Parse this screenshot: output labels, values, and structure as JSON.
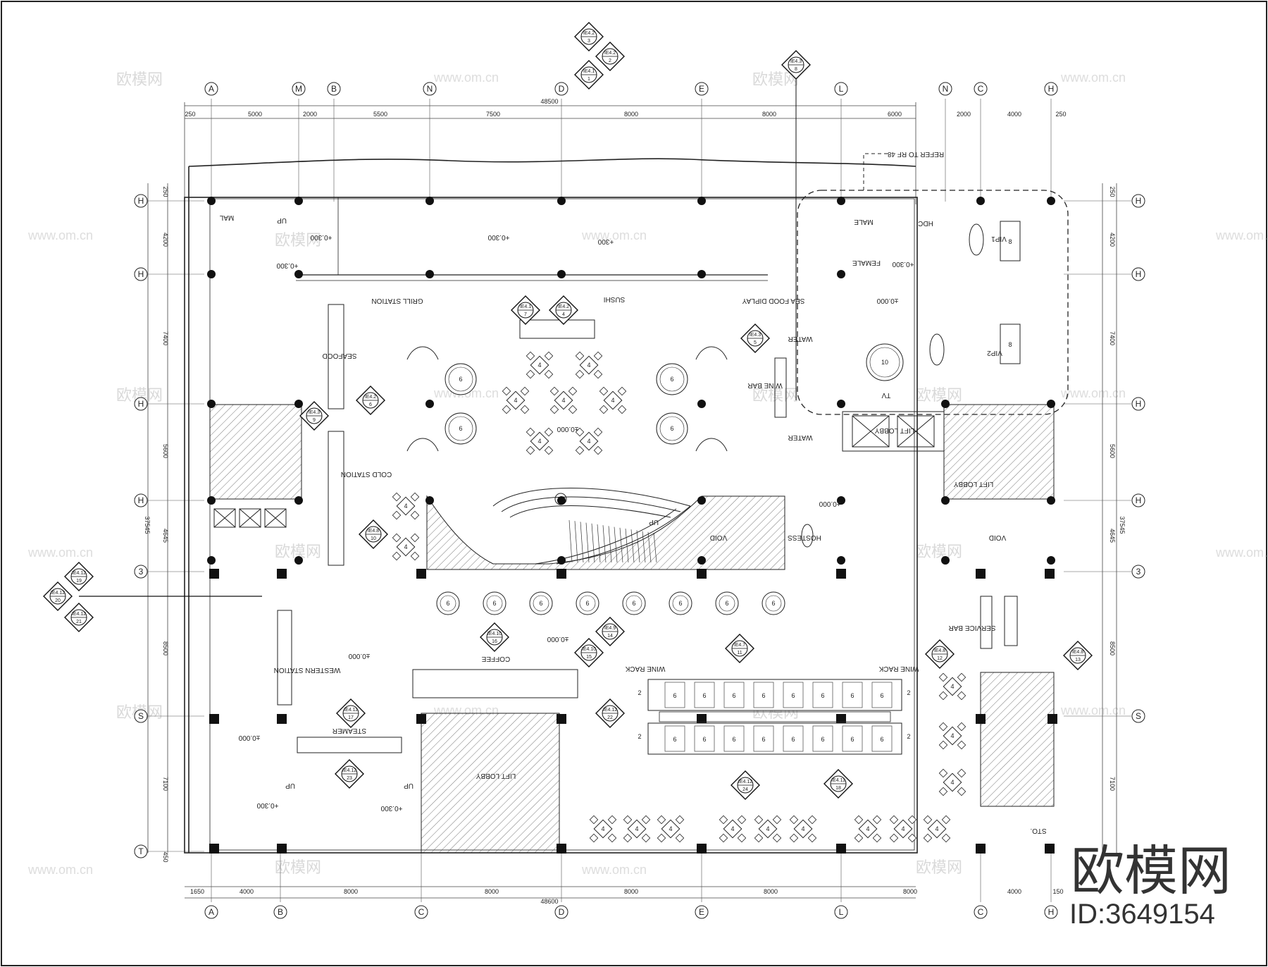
{
  "grid_axes": {
    "top": [
      "A",
      "M",
      "B",
      "N",
      "D",
      "E",
      "L",
      "N",
      "C",
      "H"
    ],
    "bottom": [
      "A",
      "B",
      "C",
      "D",
      "E",
      "L",
      "C",
      "H"
    ],
    "left": [
      "H",
      "H",
      "H",
      "H",
      "3",
      "S",
      "T"
    ],
    "right": [
      "H",
      "H",
      "H",
      "H",
      "3",
      "S"
    ]
  },
  "dimensions": {
    "top_total": "48500",
    "top_segments": [
      "250",
      "5000",
      "2000",
      "5500",
      "7500",
      "8000",
      "8000",
      "6000",
      "2000",
      "4000",
      "250"
    ],
    "bottom_total": "48600",
    "bottom_segments": [
      "1650",
      "4000",
      "8000",
      "8000",
      "8000",
      "8000",
      "8000",
      "4000",
      "150"
    ],
    "left_total": "37545",
    "left_segments": [
      "250",
      "4200",
      "7400",
      "5600",
      "4645",
      "8500",
      "7100",
      "450"
    ],
    "right_total": "37545",
    "right_segments": [
      "250",
      "4200",
      "7400",
      "5600",
      "4645",
      "8500",
      "7100"
    ]
  },
  "rooms": {
    "grill_station": "GRILL STATION",
    "sushi": "SUSHI",
    "seafood_display": "SEA FOOD DIPLAY",
    "seafood": "SEAFOOD",
    "cold_station": "COLD STATION",
    "wine_bar": "WINE BAR",
    "water": "WATER",
    "water2": "WATER",
    "lift_lobby_center": "LIFT LOBBY",
    "lift_lobby_right": "LIFT LOBBY",
    "lift_lobby_bottom": "LIFT LOBBY",
    "void_center": "VOID",
    "void_right": "VOID",
    "hostess": "HOSTESS",
    "service_bar": "SERVICE BAR",
    "wine_rack_left": "WINE RACK",
    "wine_rack_right": "WINE RACK",
    "coffee": "COFFEE",
    "western_station": "WESTERN STATION",
    "steamer": "STEAMER",
    "male": "MALE",
    "female": "FEMALE",
    "hdc": "HDC",
    "vip1": "VIP1",
    "vip2": "VIP2",
    "tv": "TV",
    "sto": "STO.",
    "mal": "MAL",
    "refer_note": "REFER TO RF 48",
    "up": "UP"
  },
  "levels": {
    "plus300": "+0.300",
    "plus300b": "+300",
    "zero": "±0.000"
  },
  "table_seats": {
    "four": "4",
    "six": "6",
    "eight": "8",
    "ten": "10",
    "two": "2"
  },
  "elevation_refs": [
    {
      "code": "IE4.2",
      "num": "3"
    },
    {
      "code": "IE4.2",
      "num": "2"
    },
    {
      "code": "IE4.1",
      "num": "1"
    },
    {
      "code": "IE4.3",
      "num": "8"
    },
    {
      "code": "IE4.1",
      "num": "7"
    },
    {
      "code": "IE4.2",
      "num": "4"
    },
    {
      "code": "IE4.3",
      "num": "5"
    },
    {
      "code": "IE4.2",
      "num": "6"
    },
    {
      "code": "IE4.3",
      "num": "9"
    },
    {
      "code": "IE4.8",
      "num": "10"
    },
    {
      "code": "IE4.12",
      "num": "19"
    },
    {
      "code": "IE4.12",
      "num": "20"
    },
    {
      "code": "IE4.12",
      "num": "21"
    },
    {
      "code": "IE4.10",
      "num": "16"
    },
    {
      "code": "IE4.10",
      "num": "15"
    },
    {
      "code": "IE4.9",
      "num": "14"
    },
    {
      "code": "IE4.7",
      "num": "11"
    },
    {
      "code": "IE4.8",
      "num": "12"
    },
    {
      "code": "IE4.8",
      "num": "13"
    },
    {
      "code": "IE4.11",
      "num": "17"
    },
    {
      "code": "IE4.12",
      "num": "22"
    },
    {
      "code": "IE4.12",
      "num": "23"
    },
    {
      "code": "IE4.12",
      "num": "24"
    },
    {
      "code": "IE4.11",
      "num": "18"
    }
  ],
  "watermark": {
    "site": "欧模网",
    "url": "www.om.cn",
    "brand": "欧模网",
    "id": "ID:3649154"
  }
}
